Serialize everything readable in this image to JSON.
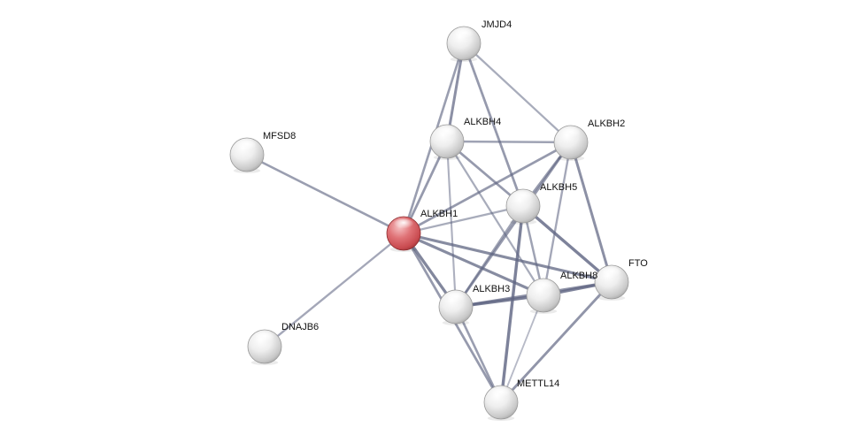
{
  "network": {
    "query_node": "ALKBH1",
    "colors": {
      "query_node": "#d9585c",
      "node": "#d8d8d8",
      "edge": "#5f6582"
    },
    "nodes": [
      {
        "id": "JMJD4",
        "label": "JMJD4"
      },
      {
        "id": "ALKBH4",
        "label": "ALKBH4"
      },
      {
        "id": "ALKBH2",
        "label": "ALKBH2"
      },
      {
        "id": "MFSD8",
        "label": "MFSD8"
      },
      {
        "id": "ALKBH5",
        "label": "ALKBH5"
      },
      {
        "id": "ALKBH1",
        "label": "ALKBH1"
      },
      {
        "id": "FTO",
        "label": "FTO"
      },
      {
        "id": "ALKBH8",
        "label": "ALKBH8"
      },
      {
        "id": "ALKBH3",
        "label": "ALKBH3"
      },
      {
        "id": "DNAJB6",
        "label": "DNAJB6"
      },
      {
        "id": "METTL14",
        "label": "METTL14"
      }
    ],
    "edges": [
      {
        "source": "ALKBH1",
        "target": "MFSD8",
        "strength": 0.55
      },
      {
        "source": "ALKBH1",
        "target": "DNAJB6",
        "strength": 0.45
      },
      {
        "source": "ALKBH1",
        "target": "JMJD4",
        "strength": 0.55
      },
      {
        "source": "ALKBH1",
        "target": "ALKBH4",
        "strength": 0.6
      },
      {
        "source": "ALKBH1",
        "target": "ALKBH2",
        "strength": 0.6
      },
      {
        "source": "ALKBH1",
        "target": "ALKBH5",
        "strength": 0.4
      },
      {
        "source": "ALKBH1",
        "target": "FTO",
        "strength": 0.75
      },
      {
        "source": "ALKBH1",
        "target": "ALKBH8",
        "strength": 0.75
      },
      {
        "source": "ALKBH1",
        "target": "ALKBH3",
        "strength": 0.8
      },
      {
        "source": "ALKBH1",
        "target": "METTL14",
        "strength": 0.6
      },
      {
        "source": "JMJD4",
        "target": "ALKBH4",
        "strength": 0.7
      },
      {
        "source": "JMJD4",
        "target": "ALKBH2",
        "strength": 0.4
      },
      {
        "source": "JMJD4",
        "target": "ALKBH5",
        "strength": 0.6
      },
      {
        "source": "ALKBH4",
        "target": "ALKBH2",
        "strength": 0.5
      },
      {
        "source": "ALKBH4",
        "target": "ALKBH5",
        "strength": 0.6
      },
      {
        "source": "ALKBH4",
        "target": "ALKBH3",
        "strength": 0.35
      },
      {
        "source": "ALKBH4",
        "target": "ALKBH8",
        "strength": 0.4
      },
      {
        "source": "ALKBH2",
        "target": "ALKBH5",
        "strength": 0.6
      },
      {
        "source": "ALKBH2",
        "target": "FTO",
        "strength": 0.7
      },
      {
        "source": "ALKBH2",
        "target": "ALKBH8",
        "strength": 0.45
      },
      {
        "source": "ALKBH2",
        "target": "ALKBH3",
        "strength": 0.6
      },
      {
        "source": "ALKBH5",
        "target": "FTO",
        "strength": 0.85
      },
      {
        "source": "ALKBH5",
        "target": "ALKBH8",
        "strength": 0.5
      },
      {
        "source": "ALKBH5",
        "target": "ALKBH3",
        "strength": 0.5
      },
      {
        "source": "ALKBH5",
        "target": "METTL14",
        "strength": 0.85
      },
      {
        "source": "FTO",
        "target": "ALKBH8",
        "strength": 0.85
      },
      {
        "source": "FTO",
        "target": "ALKBH3",
        "strength": 0.7
      },
      {
        "source": "FTO",
        "target": "METTL14",
        "strength": 0.65
      },
      {
        "source": "ALKBH8",
        "target": "ALKBH3",
        "strength": 0.9
      },
      {
        "source": "ALKBH8",
        "target": "METTL14",
        "strength": 0.25
      },
      {
        "source": "ALKBH3",
        "target": "METTL14",
        "strength": 0.55
      }
    ]
  }
}
